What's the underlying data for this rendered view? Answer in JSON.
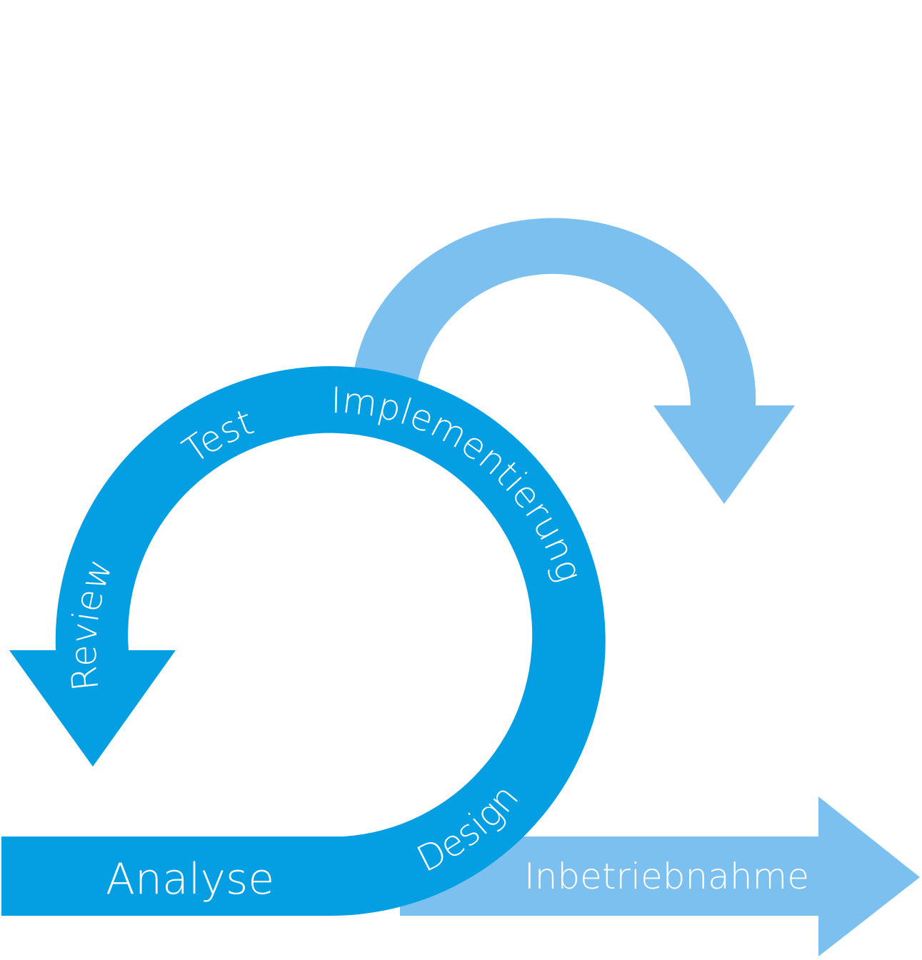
{
  "colors": {
    "primary": "#049fe2",
    "secondary": "#7cc0f0",
    "text": "#ffffff"
  },
  "diagram": {
    "stages": {
      "analyse": "Analyse",
      "design": "Design",
      "implementierung": "Implementierung",
      "test": "Test",
      "review": "Review",
      "inbetriebnahme": "Inbetriebnahme"
    }
  }
}
